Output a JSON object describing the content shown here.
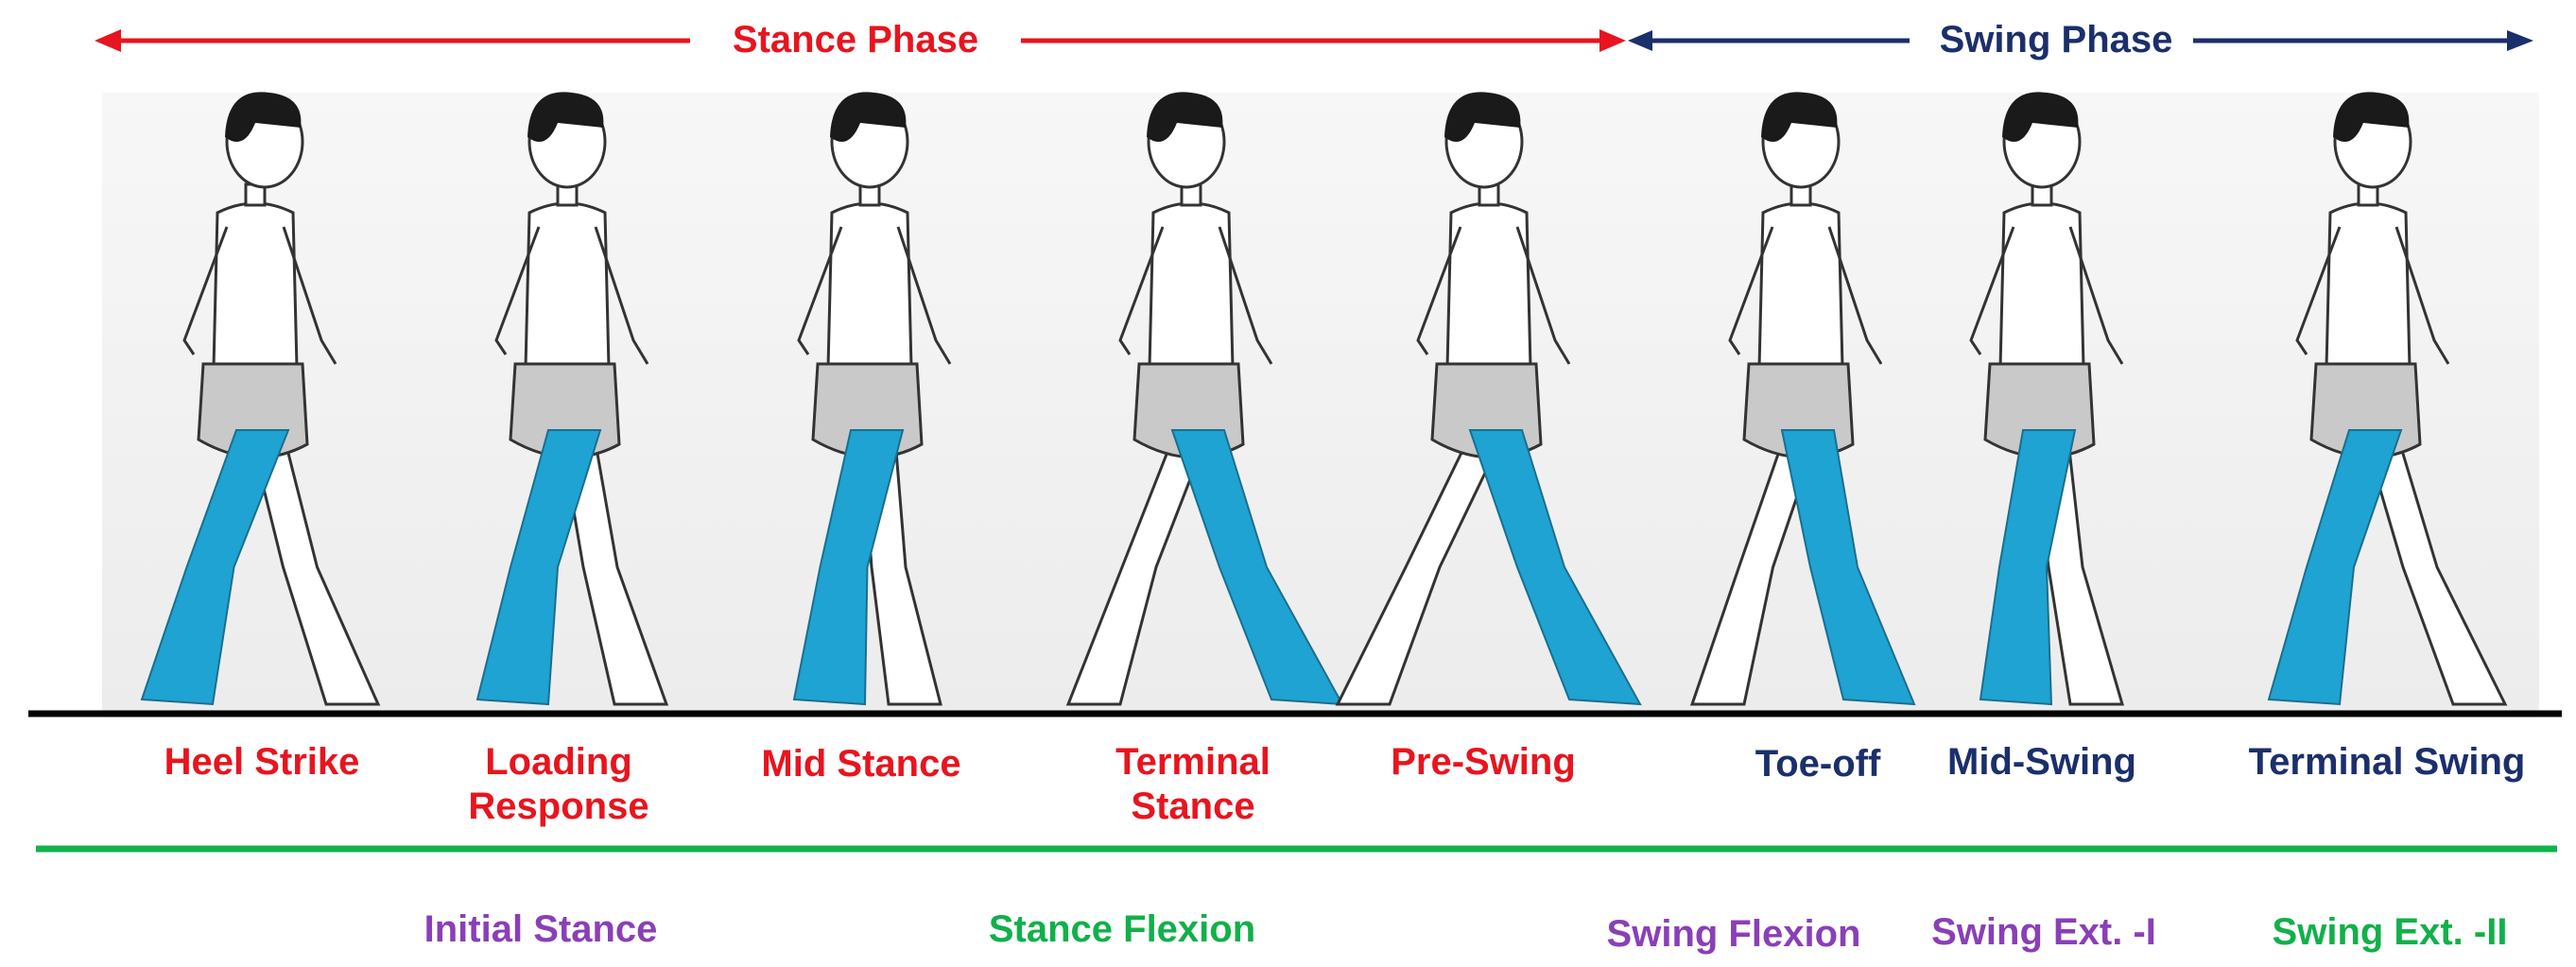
{
  "colors": {
    "stance": "#e8141e",
    "swing": "#1b2f6b",
    "divider": "#11b44c",
    "purple": "#8a3fb7",
    "green": "#11b04a",
    "leg": "#1fa3d2",
    "shorts": "#c9c9c9",
    "ground": "#000000"
  },
  "phases": {
    "stance": "Stance Phase",
    "swing": "Swing Phase"
  },
  "events": [
    {
      "id": "heel-strike",
      "text": "Heel Strike",
      "phase": "stance"
    },
    {
      "id": "loading-response",
      "text": "Loading\nResponse",
      "phase": "stance"
    },
    {
      "id": "mid-stance",
      "text": "Mid Stance",
      "phase": "stance"
    },
    {
      "id": "terminal-stance",
      "text": "Terminal\nStance",
      "phase": "stance"
    },
    {
      "id": "pre-swing",
      "text": "Pre-Swing",
      "phase": "stance"
    },
    {
      "id": "toe-off",
      "text": "Toe-off",
      "phase": "swing"
    },
    {
      "id": "mid-swing",
      "text": "Mid-Swing",
      "phase": "swing"
    },
    {
      "id": "terminal-swing",
      "text": "Terminal Swing",
      "phase": "swing"
    }
  ],
  "subphases": [
    {
      "id": "initial-stance",
      "text": "Initial Stance",
      "color": "purple"
    },
    {
      "id": "stance-flexion",
      "text": "Stance Flexion",
      "color": "green"
    },
    {
      "id": "swing-flexion",
      "text": "Swing Flexion",
      "color": "purple"
    },
    {
      "id": "swing-ext-1",
      "text": "Swing Ext. -I",
      "color": "purple"
    },
    {
      "id": "swing-ext-2",
      "text": "Swing Ext. -II",
      "color": "green"
    }
  ]
}
